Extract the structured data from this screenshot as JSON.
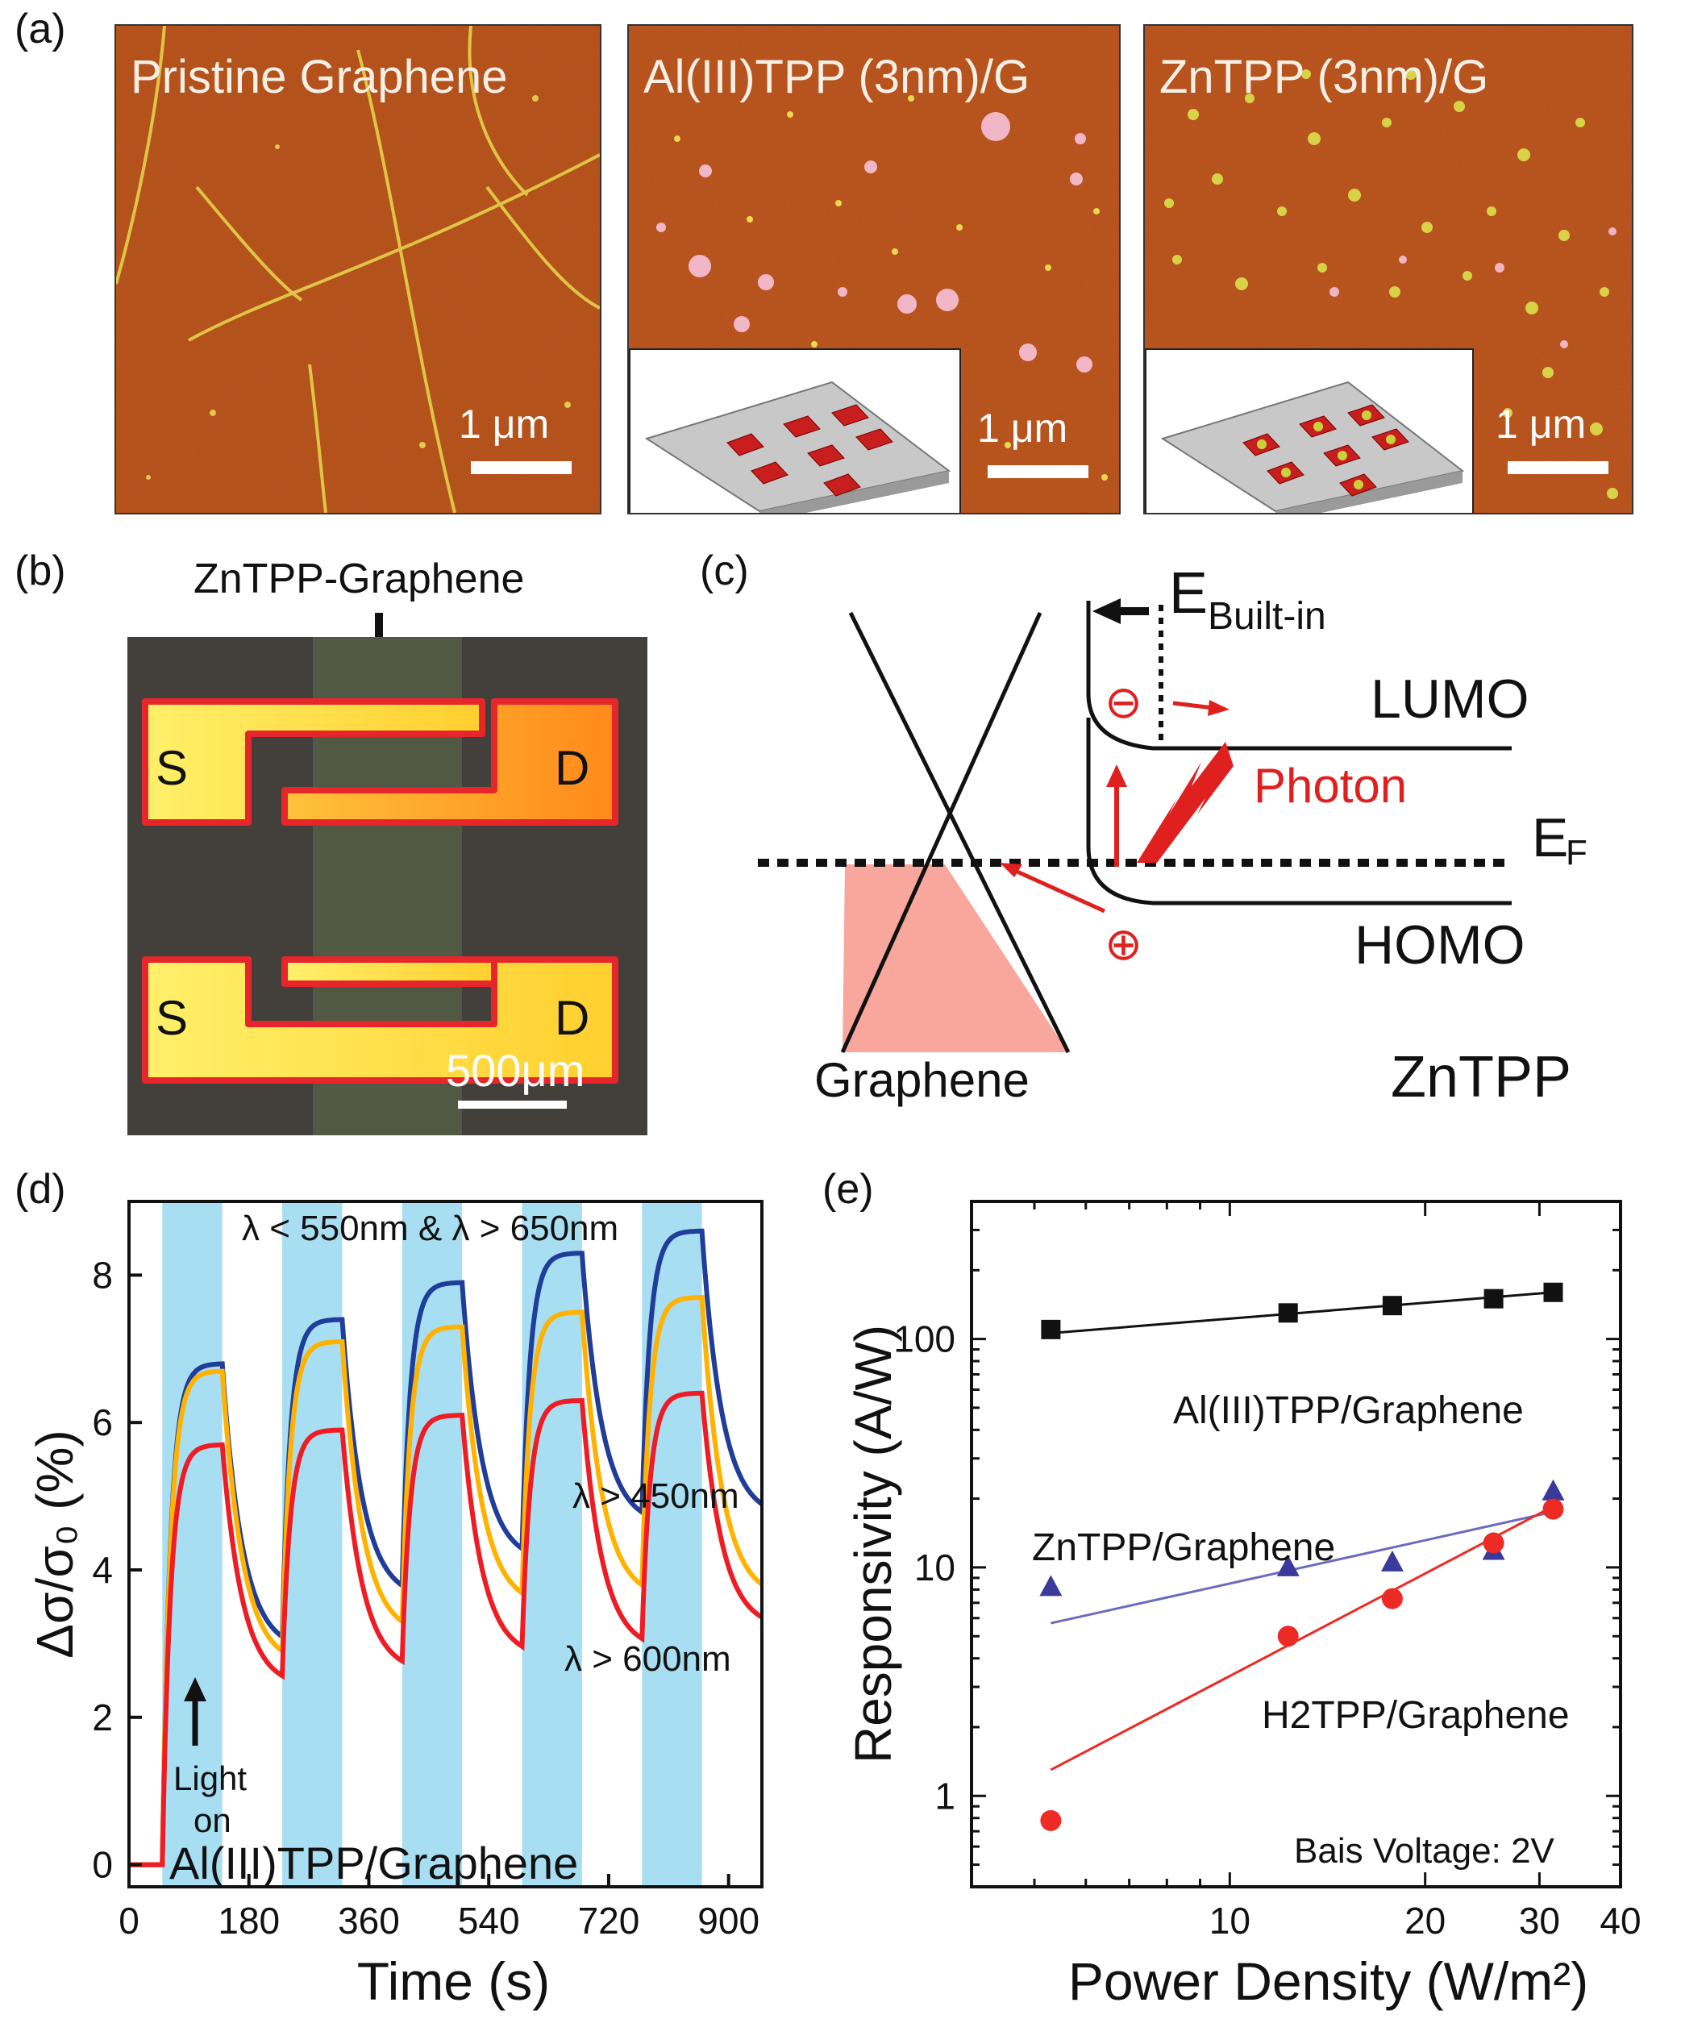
{
  "panel_a": {
    "label": "(a)",
    "images": [
      {
        "title": "Pristine Graphene",
        "scale": "1 μm"
      },
      {
        "title": "Al(III)TPP (3nm)/G",
        "scale": "1 μm"
      },
      {
        "title": "ZnTPP (3nm)/G",
        "scale": "1 μm"
      }
    ]
  },
  "panel_b": {
    "label": "(b)",
    "arrow_label": "ZnTPP-Graphene",
    "electrodes": [
      "S",
      "D",
      "S",
      "D"
    ],
    "scale": "500μm"
  },
  "panel_c": {
    "label": "(c)",
    "builtin_E": "E",
    "builtin_sub": "Built-in",
    "lumo": "LUMO",
    "homo": "HOMO",
    "fermi_E": "E",
    "fermi_sub": "F",
    "photon": "Photon",
    "minus": "⊖",
    "plus": "⊕",
    "graphene": "Graphene",
    "material": "ZnTPP"
  },
  "panel_d": {
    "label": "(d)",
    "annotations": {
      "top": "λ < 550nm & λ > 650nm",
      "mid": "λ > 450nm",
      "low": "λ > 600nm",
      "light_on_1": "Light",
      "light_on_2": "on",
      "sample": "Al(III)TPP/Graphene"
    },
    "colors": {
      "blue": "#1f3d99",
      "orange": "#ffb300",
      "red": "#ee1c24",
      "band": "#a8def2"
    }
  },
  "panel_e": {
    "label": "(e)",
    "annotations": {
      "bias": "Bais Voltage: 2V"
    },
    "colors": {
      "black": "#111111",
      "blue": "#3a3a9a",
      "red": "#ee2a24",
      "line_blue": "#6b6bc0"
    }
  },
  "chart_data": [
    {
      "id": "d",
      "type": "line",
      "xlabel": "Time (s)",
      "ylabel": "Δσ/σ₀ (%)",
      "xlim": [
        0,
        950
      ],
      "ylim": [
        -0.3,
        9
      ],
      "xticks": [
        0,
        180,
        360,
        540,
        720,
        900
      ],
      "yticks": [
        0,
        2,
        4,
        6,
        8
      ],
      "light_on_intervals": [
        [
          50,
          140
        ],
        [
          230,
          320
        ],
        [
          410,
          500
        ],
        [
          590,
          680
        ],
        [
          770,
          860
        ]
      ],
      "series": [
        {
          "name": "λ < 550nm & λ > 650nm",
          "color": "#1f3d99",
          "peaks": [
            6.8,
            7.4,
            7.9,
            8.3,
            8.6
          ],
          "troughs": [
            2.9,
            3.6,
            4.1,
            4.6,
            4.7
          ]
        },
        {
          "name": "λ > 450nm",
          "color": "#ffb300",
          "peaks": [
            6.7,
            7.1,
            7.3,
            7.5,
            7.7
          ],
          "troughs": [
            2.7,
            3.1,
            3.5,
            3.6,
            3.6
          ]
        },
        {
          "name": "λ > 600nm",
          "color": "#ee1c24",
          "peaks": [
            5.7,
            5.9,
            6.1,
            6.3,
            6.4
          ],
          "troughs": [
            2.4,
            2.6,
            2.8,
            2.9,
            3.2
          ]
        }
      ]
    },
    {
      "id": "e",
      "type": "scatter",
      "xlabel": "Power Density (W/m²)",
      "ylabel": "Responsivity (A/W)",
      "xscale": "log",
      "yscale": "log",
      "xlim": [
        4,
        40
      ],
      "ylim": [
        0.4,
        400
      ],
      "xticks": [
        10,
        20,
        30,
        40
      ],
      "yticks": [
        1,
        10,
        100
      ],
      "series": [
        {
          "name": "Al(III)TPP/Graphene",
          "marker": "square",
          "color": "#111111",
          "x": [
            5.3,
            12.3,
            17.8,
            25.5,
            31.5
          ],
          "y": [
            110,
            130,
            140,
            150,
            160
          ],
          "fit": [
            [
              5.3,
              106
            ],
            [
              31.5,
              160
            ]
          ]
        },
        {
          "name": "ZnTPP/Graphene",
          "marker": "triangle",
          "color": "#3a3a9a",
          "x": [
            5.3,
            12.3,
            17.8,
            25.5,
            31.5
          ],
          "y": [
            8.2,
            10.0,
            10.5,
            11.8,
            21.5
          ],
          "fit": [
            [
              5.3,
              5.7
            ],
            [
              31.5,
              17.5
            ]
          ]
        },
        {
          "name": "H2TPP/Graphene",
          "marker": "circle",
          "color": "#ee2a24",
          "x": [
            5.3,
            12.3,
            17.8,
            25.5,
            31.5
          ],
          "y": [
            0.78,
            5.0,
            7.3,
            12.8,
            18.0
          ],
          "fit": [
            [
              5.3,
              1.3
            ],
            [
              31.5,
              18.5
            ]
          ]
        }
      ]
    }
  ]
}
